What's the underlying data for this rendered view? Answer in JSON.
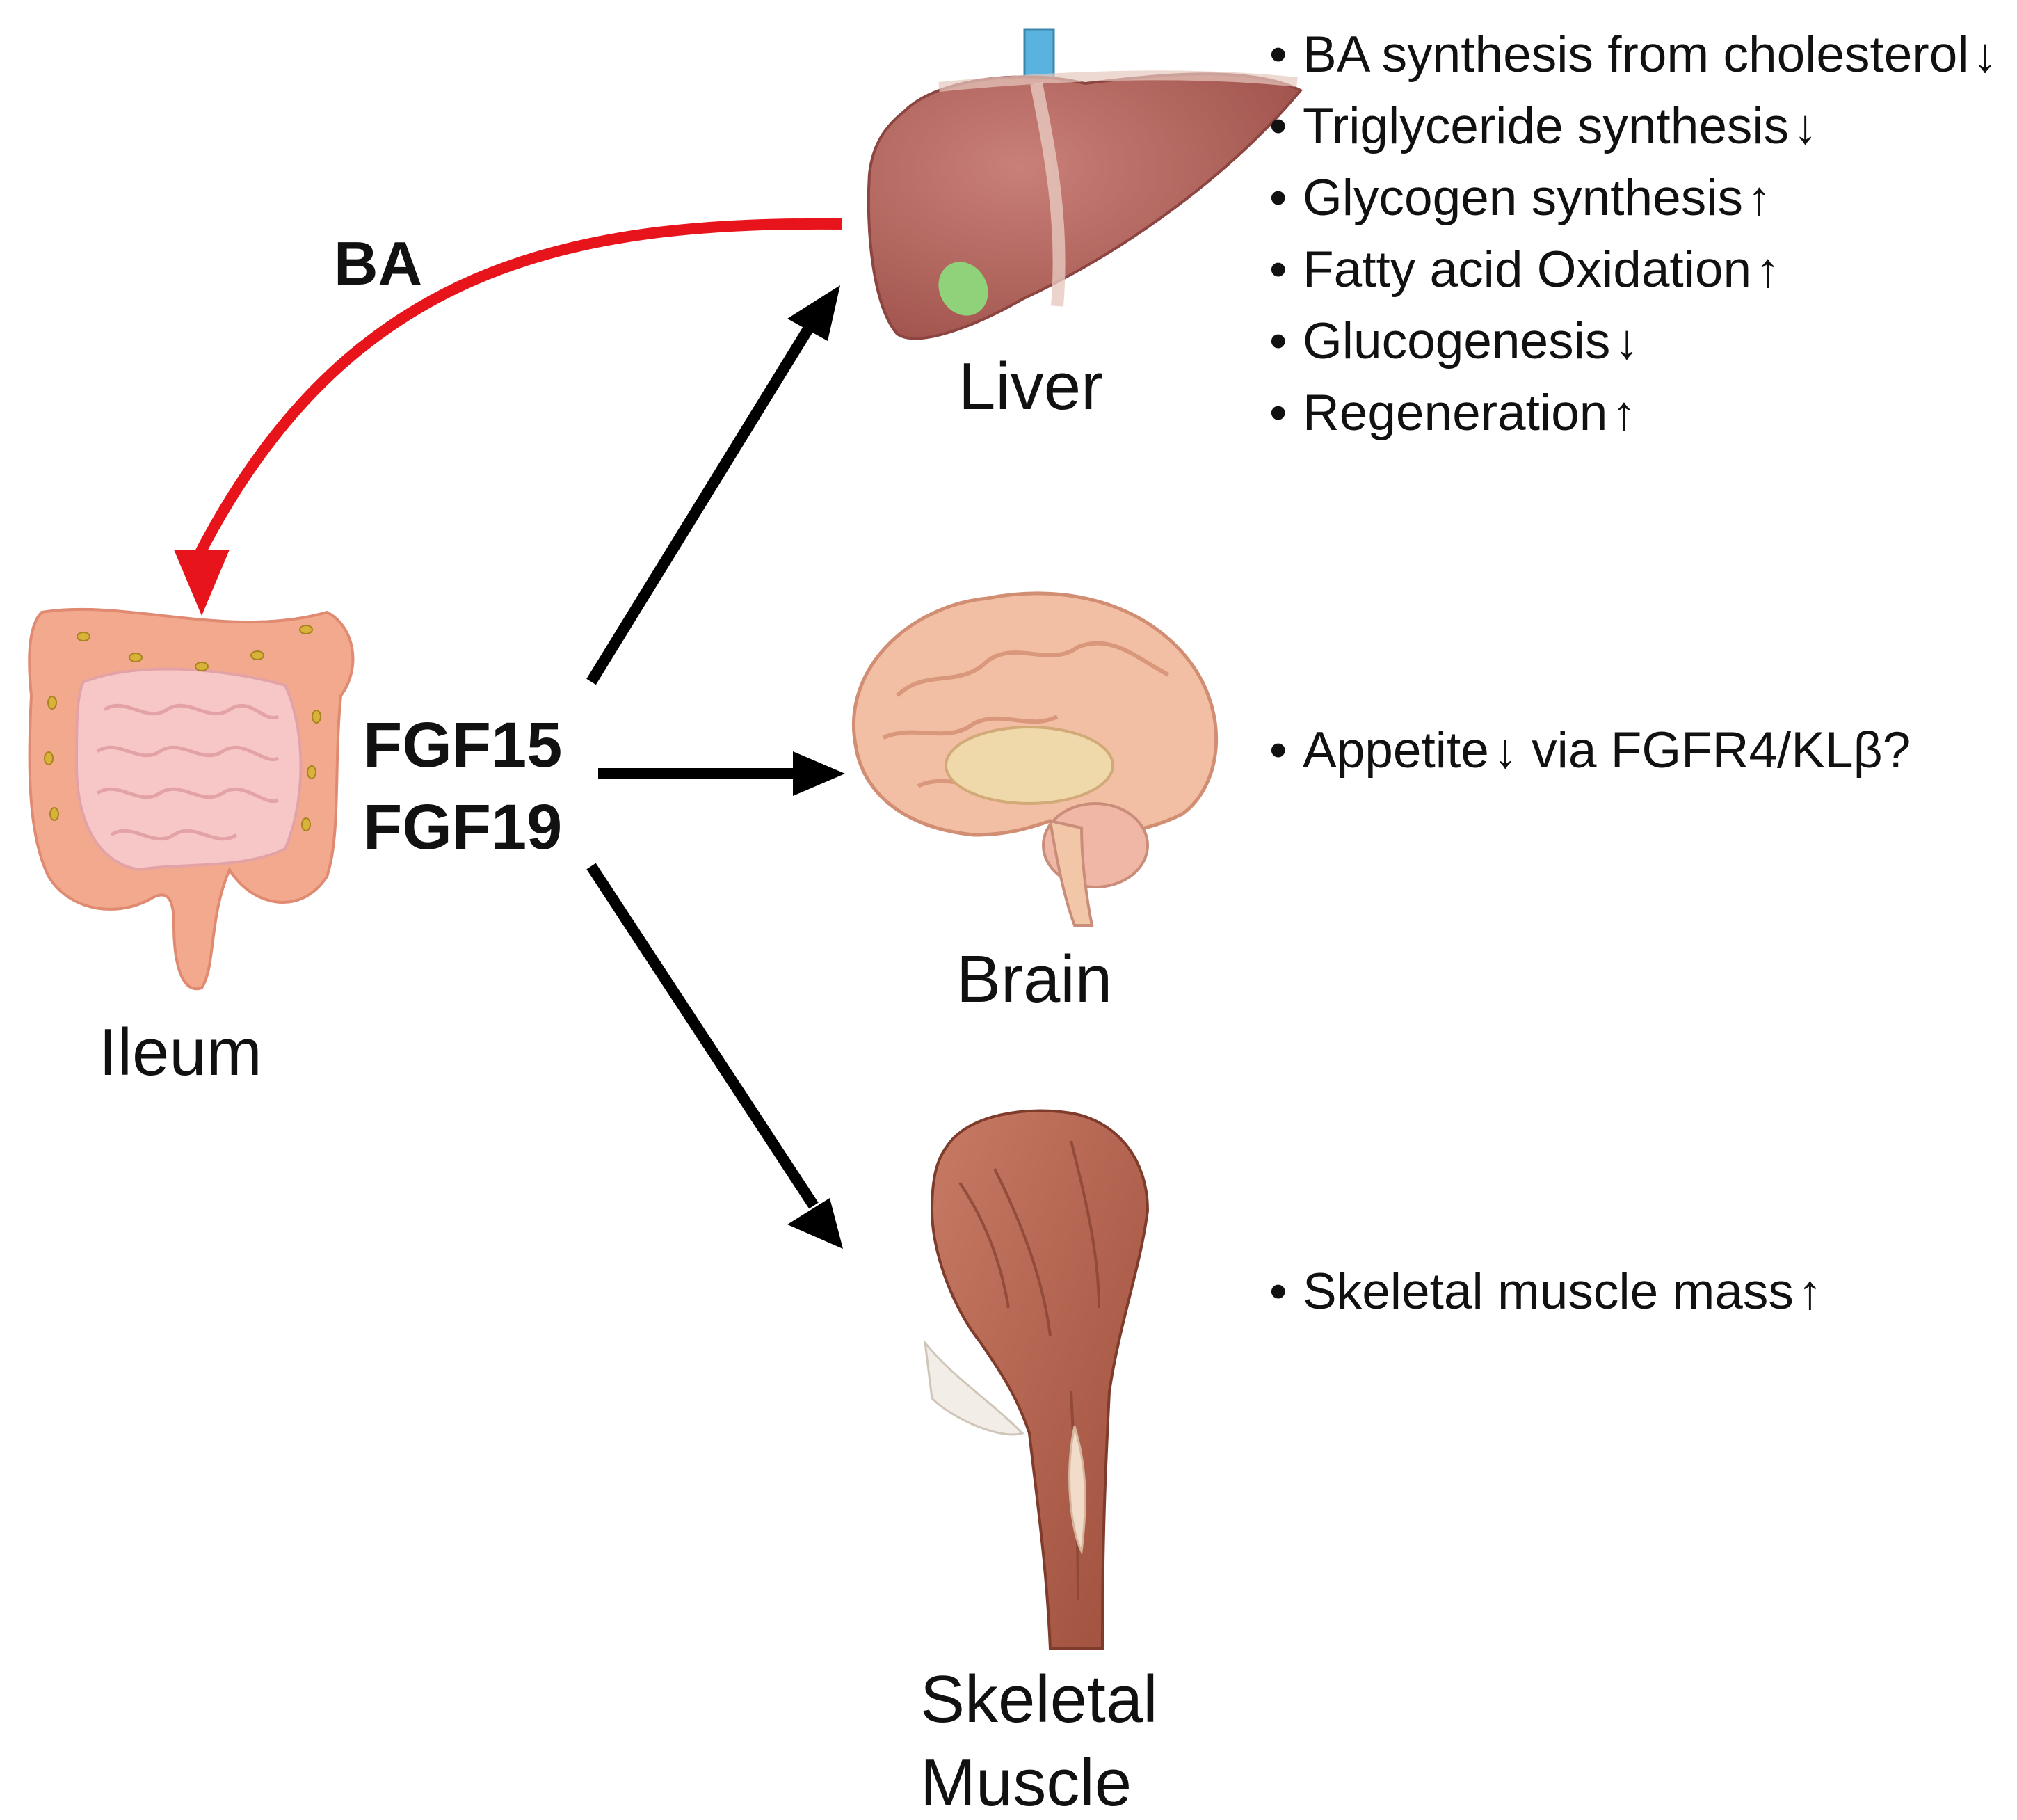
{
  "signal": {
    "bile_acid": "BA",
    "fgf15": "FGF15",
    "fgf19": "FGF19"
  },
  "organs": {
    "liver": "Liver",
    "brain": "Brain",
    "ileum": "Ileum",
    "muscle_line1": "Skeletal",
    "muscle_line2": "Muscle"
  },
  "bullet_char": "•",
  "liver_effects": [
    {
      "text": "BA synthesis from cholesterol",
      "arrow": "↓"
    },
    {
      "text": "Triglyceride synthesis",
      "arrow": "↓"
    },
    {
      "text": "Glycogen synthesis",
      "arrow": "↑"
    },
    {
      "text": "Fatty acid Oxidation",
      "arrow": "↑"
    },
    {
      "text": "Glucogenesis",
      "arrow": "↓"
    },
    {
      "text": "Regeneration",
      "arrow": "↑"
    }
  ],
  "brain_effect": {
    "prefix": "Appetite",
    "arrow": "↓",
    "suffix": " via FGFR4/KLβ?"
  },
  "muscle_effect": {
    "text": "Skeletal muscle mass",
    "arrow": "↑"
  },
  "colors": {
    "ba_arrow": "#e8141b",
    "fgf_arrow": "#000000",
    "liver": "#b8655d",
    "gallbladder": "#8fd27a",
    "vessel": "#5ab3df",
    "intestine": "#f2a98e",
    "small_intestine": "#f7c6c6",
    "brain": "#f3bfa4",
    "muscle": "#b7644f"
  }
}
